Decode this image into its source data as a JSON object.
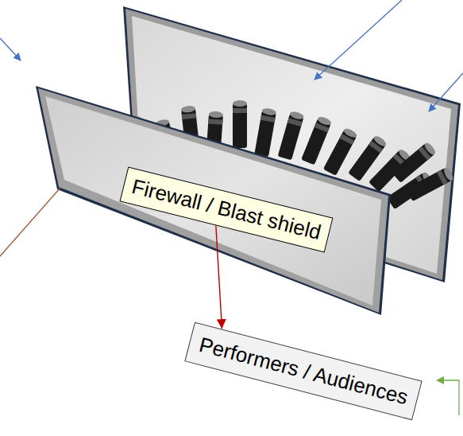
{
  "diagram": {
    "nodes": [
      {
        "text": [
          "Firewall / Blast shield"
        ]
      },
      {
        "text": [
          "Performers / Audiences"
        ]
      }
    ],
    "edges": [
      {
        "from": 0,
        "to": 1,
        "arrow": "to"
      }
    ]
  }
}
